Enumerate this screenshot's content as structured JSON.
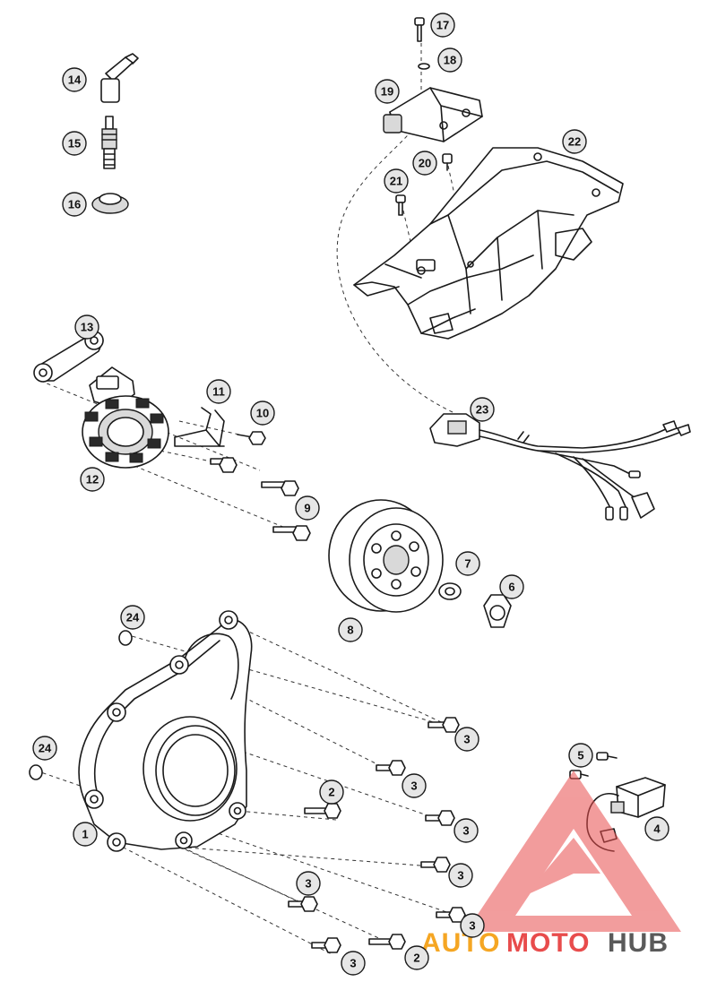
{
  "callouts": {
    "c1": "1",
    "c2a": "2",
    "c2b": "2",
    "c3a": "3",
    "c3b": "3",
    "c3c": "3",
    "c3d": "3",
    "c3e": "3",
    "c3f": "3",
    "c3g": "3",
    "c4": "4",
    "c5": "5",
    "c6": "6",
    "c7": "7",
    "c8": "8",
    "c9": "9",
    "c10": "10",
    "c11": "11",
    "c12": "12",
    "c13": "13",
    "c14": "14",
    "c15": "15",
    "c16": "16",
    "c17": "17",
    "c18": "18",
    "c19": "19",
    "c20": "20",
    "c21": "21",
    "c22": "22",
    "c23": "23",
    "c24a": "24",
    "c24b": "24"
  },
  "watermark": {
    "part1": "AUTO",
    "part2": "MOTO",
    "part3": "HUB",
    "color1": "#f5a623",
    "color2": "#e84c4c",
    "color3": "#5a5a5a",
    "logo_color": "#e84c4c"
  }
}
